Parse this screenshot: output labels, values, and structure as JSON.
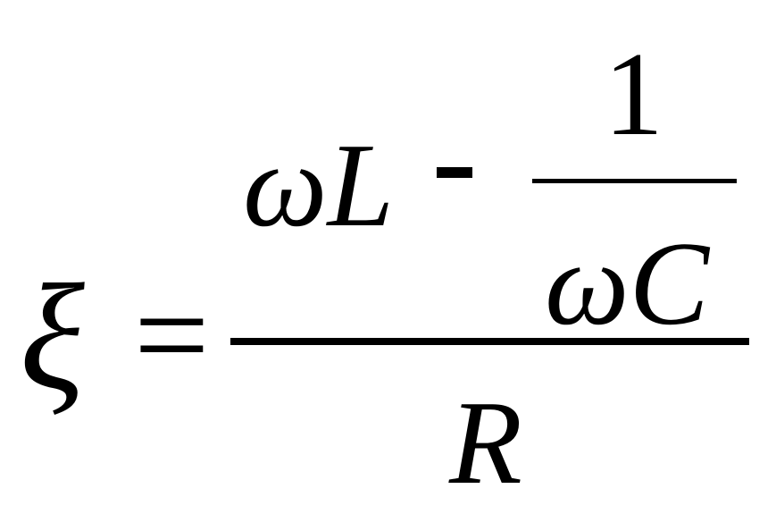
{
  "formula": {
    "lhs": "ξ",
    "equals": "=",
    "numerator": {
      "omega_l": "ωL",
      "minus": "-",
      "inner_fraction": {
        "numerator": "1",
        "denominator": "ωC"
      }
    },
    "denominator": "R"
  }
}
